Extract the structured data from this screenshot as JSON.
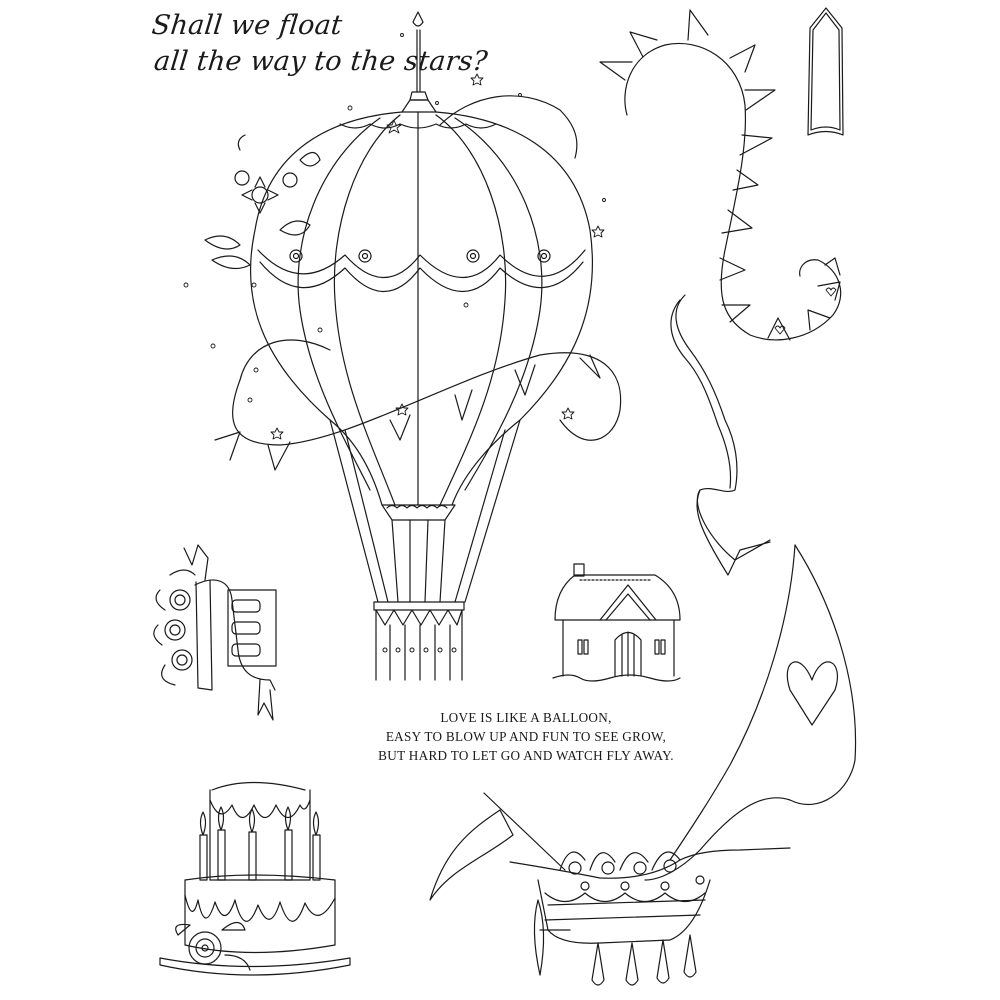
{
  "sheet": {
    "type": "clear stamp sheet",
    "background": "#ffffff",
    "ink_color": "#1a1a1a"
  },
  "sentiment_script": {
    "line1": "Shall we float",
    "line2": "all the way to the stars?"
  },
  "quote": {
    "lines": [
      "LOVE IS LIKE A BALLOON,",
      "EASY TO BLOW UP AND FUN TO SEE GROW,",
      "BUT HARD TO LET GO AND WATCH FLY AWAY."
    ]
  },
  "stamps": [
    {
      "name": "hot-air-balloon",
      "desc": "Striped hot air balloon with swags, flowers, and bunting banner"
    },
    {
      "name": "bunting-swirl",
      "desc": "Large S-shaped bunting banner with pennants"
    },
    {
      "name": "label-tag",
      "desc": "Tall pointed label / tag frame"
    },
    {
      "name": "ribbon-streamer",
      "desc": "Wavy ribbon streamer"
    },
    {
      "name": "floral-ribbon-sentiment-strip",
      "desc": "Flowers with draped ribbon and three tab strips"
    },
    {
      "name": "thatched-cottage",
      "desc": "Small thatched cottage with arched door"
    },
    {
      "name": "birthday-cake",
      "desc": "Two-tier drip cake with candles and rose"
    },
    {
      "name": "airship-boat",
      "desc": "Flying boat with sail, flag, flowers and propeller"
    }
  ]
}
